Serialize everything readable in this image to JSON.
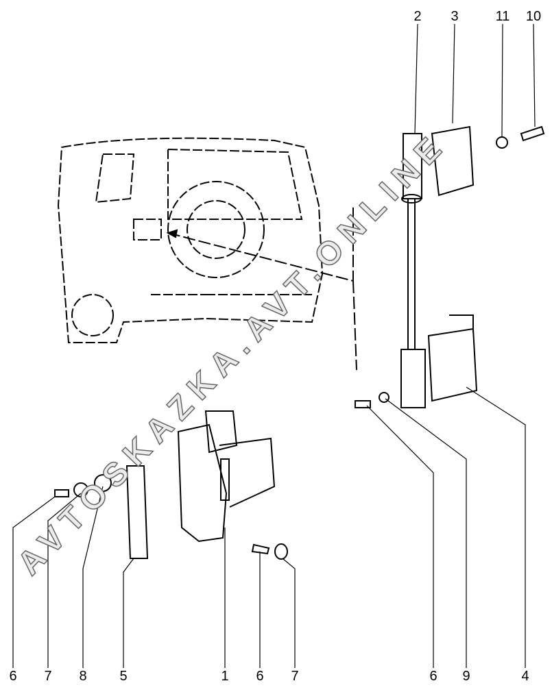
{
  "watermark": "AVTOSKAZKA.AVT.ONLINE",
  "callouts_top": [
    "2",
    "3",
    "11",
    "10"
  ],
  "callouts_bottom": [
    "6",
    "7",
    "8",
    "5",
    "1",
    "6",
    "7",
    "6",
    "9",
    "4"
  ]
}
